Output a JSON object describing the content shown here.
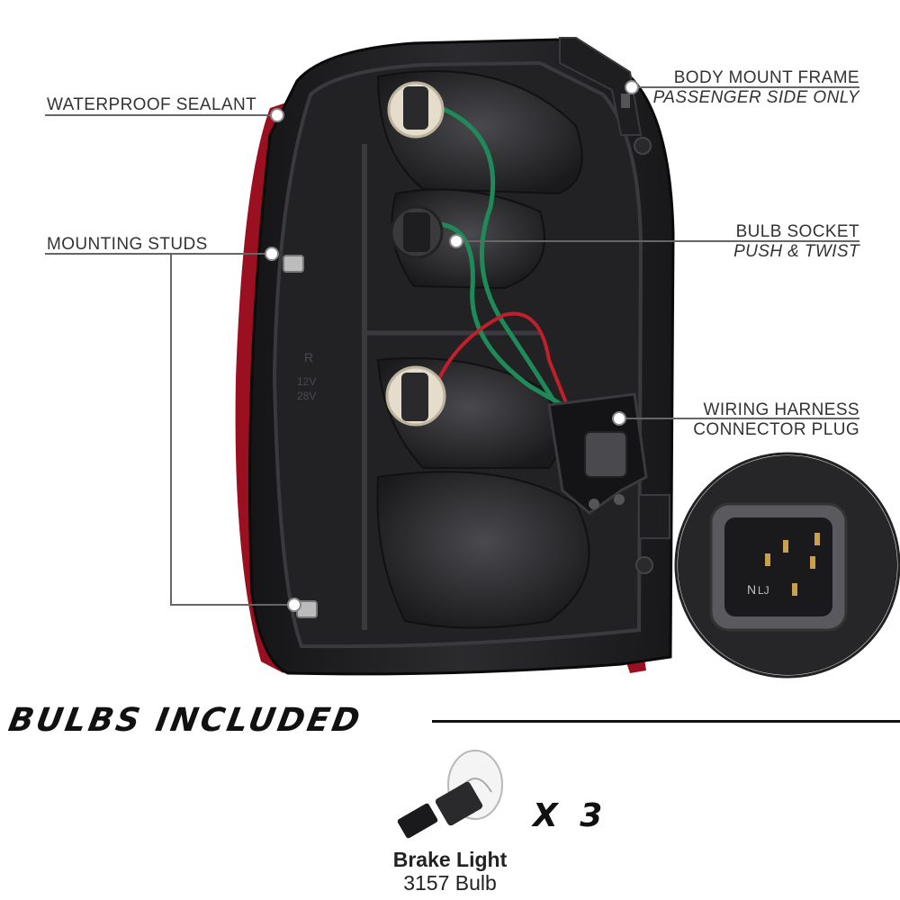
{
  "callouts": {
    "waterproof_sealant": {
      "label": "WATERPROOF SEALANT"
    },
    "mounting_studs": {
      "label": "MOUNTING STUDS"
    },
    "body_mount_frame": {
      "label": "BODY MOUNT FRAME",
      "note": "PASSENGER SIDE ONLY"
    },
    "bulb_socket": {
      "label": "BULB SOCKET",
      "note": "PUSH & TWIST"
    },
    "wiring_harness": {
      "label": "WIRING HARNESS",
      "label_line2": "CONNECTOR PLUG"
    }
  },
  "bulbs_section": {
    "heading": "BULBS INCLUDED",
    "quantity": "X 3",
    "bulb_name": "Brake Light",
    "bulb_code": "3157 Bulb"
  },
  "housing_markings": [
    "R",
    "12V",
    "28V"
  ],
  "connector_markings": [
    "N",
    "LJ"
  ],
  "colors": {
    "housing": "#1c1c1e",
    "lens_red": "#9a1020",
    "socket_cream": "#e6dccb",
    "wire_green": "#1e8a5a",
    "wire_red": "#c0202a",
    "callout_line": "#666666"
  }
}
